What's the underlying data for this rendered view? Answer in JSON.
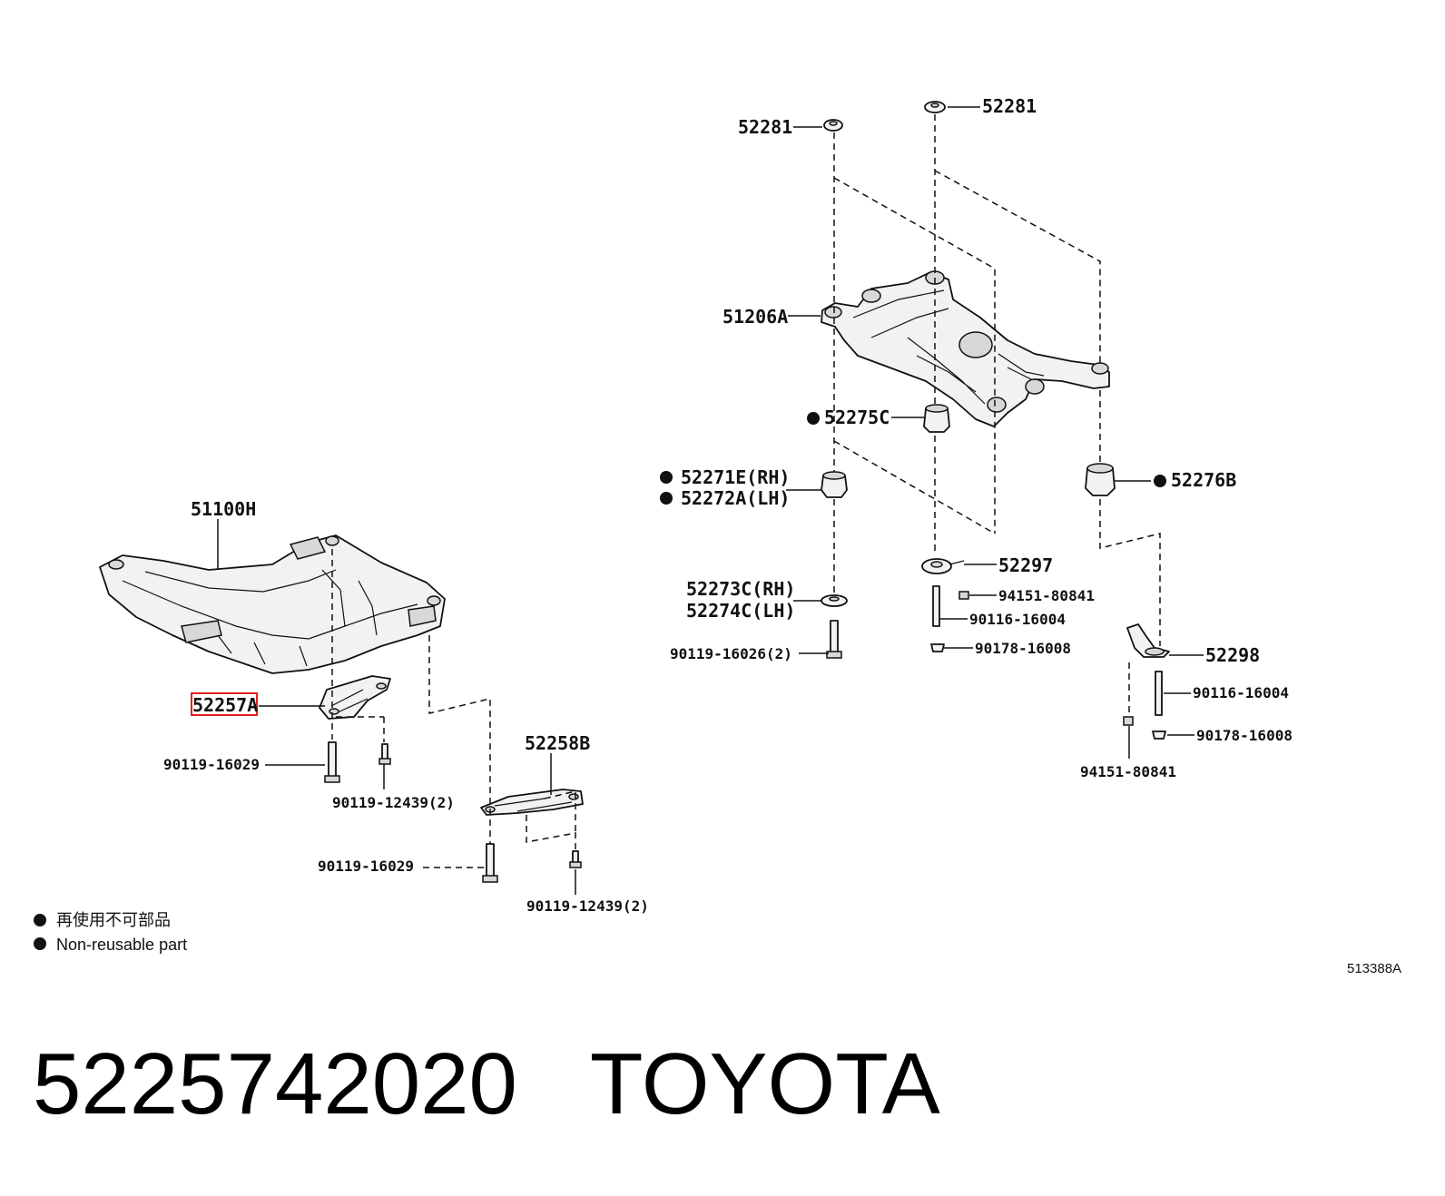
{
  "labels": {
    "l_51100H": "51100H",
    "l_52257A": "52257A",
    "l_90119_16029_a": "90119-16029",
    "l_90119_12439_a": "90119-12439(2)",
    "l_52258B": "52258B",
    "l_90119_16029_b": "90119-16029",
    "l_90119_12439_b": "90119-12439(2)",
    "l_52281_a": "52281",
    "l_52281_b": "52281",
    "l_51206A": "51206A",
    "l_52275C": "52275C",
    "l_52271E": "52271E(RH)",
    "l_52272A": "52272A(LH)",
    "l_52276B": "52276B",
    "l_52273C": "52273C(RH)",
    "l_52274C": "52274C(LH)",
    "l_90119_16026": "90119-16026(2)",
    "l_52297": "52297",
    "l_94151_80841_a": "94151-80841",
    "l_90116_16004_a": "90116-16004",
    "l_90178_16008_a": "90178-16008",
    "l_52298": "52298",
    "l_90116_16004_b": "90116-16004",
    "l_90178_16008_b": "90178-16008",
    "l_94151_80841_b": "94151-80841"
  },
  "legend": {
    "line1": "再使用不可部品",
    "line2": "Non-reusable part"
  },
  "diagram_code": "513388A",
  "highlighted_part": "52257A",
  "highlight_color": "#e02020",
  "title": {
    "part_number": "5225742020",
    "brand": "TOYOTA"
  }
}
